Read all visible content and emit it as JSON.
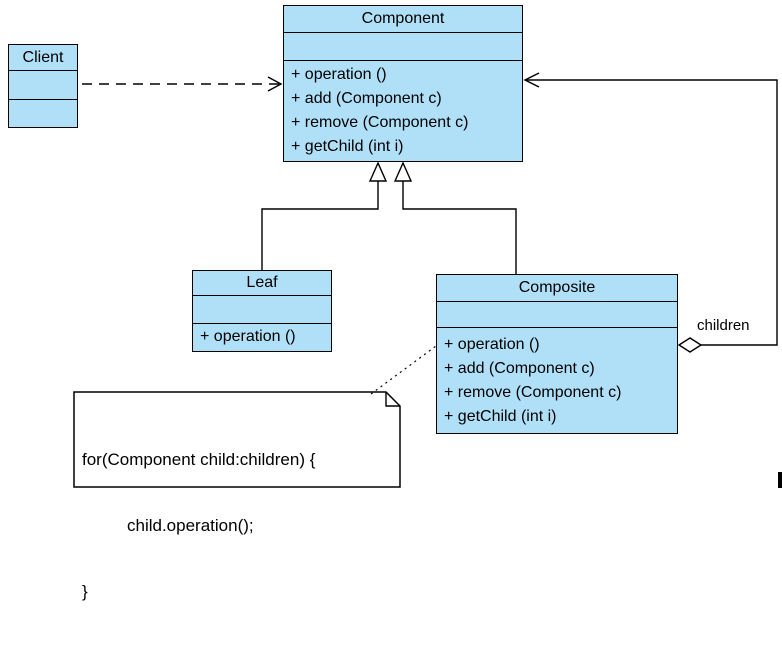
{
  "diagram": {
    "background_color": "#ffffff",
    "class_fill_color": "#b0e0f8",
    "line_color": "#000000",
    "note_fill_color": "#ffffff"
  },
  "classes": {
    "client": {
      "title": "Client",
      "methods": []
    },
    "component": {
      "title": "Component",
      "methods": [
        "+ operation ()",
        "+ add (Component c)",
        "+ remove (Component c)",
        "+ getChild (int i)"
      ]
    },
    "leaf": {
      "title": "Leaf",
      "methods": [
        "+ operation ()"
      ]
    },
    "composite": {
      "title": "Composite",
      "methods": [
        "+ operation ()",
        "+ add (Component c)",
        "+ remove (Component c)",
        "+ getChild (int i)"
      ]
    }
  },
  "note": {
    "lines": [
      "for(Component child:children) {",
      "child.operation();",
      "}"
    ]
  },
  "relationships": {
    "children_label": "children"
  }
}
